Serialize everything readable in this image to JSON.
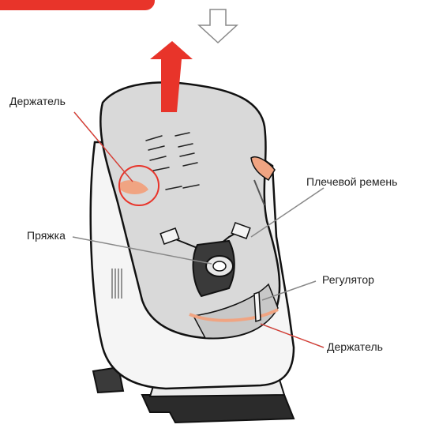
{
  "labels": {
    "holder_top": "Держатель",
    "shoulder_belt": "Плечевой ремень",
    "buckle": "Пряжка",
    "adjuster": "Регулятор",
    "holder_bottom": "Держатель"
  },
  "colors": {
    "banner": "#e8342a",
    "arrow_up": "#e8342a",
    "highlight": "#f0a482",
    "seat_fill": "#d9d9d9",
    "outline": "#1a1a1a"
  },
  "icons": {
    "down_arrow": "down-arrow-outline-icon",
    "up_arrow": "up-arrow-red-icon"
  }
}
